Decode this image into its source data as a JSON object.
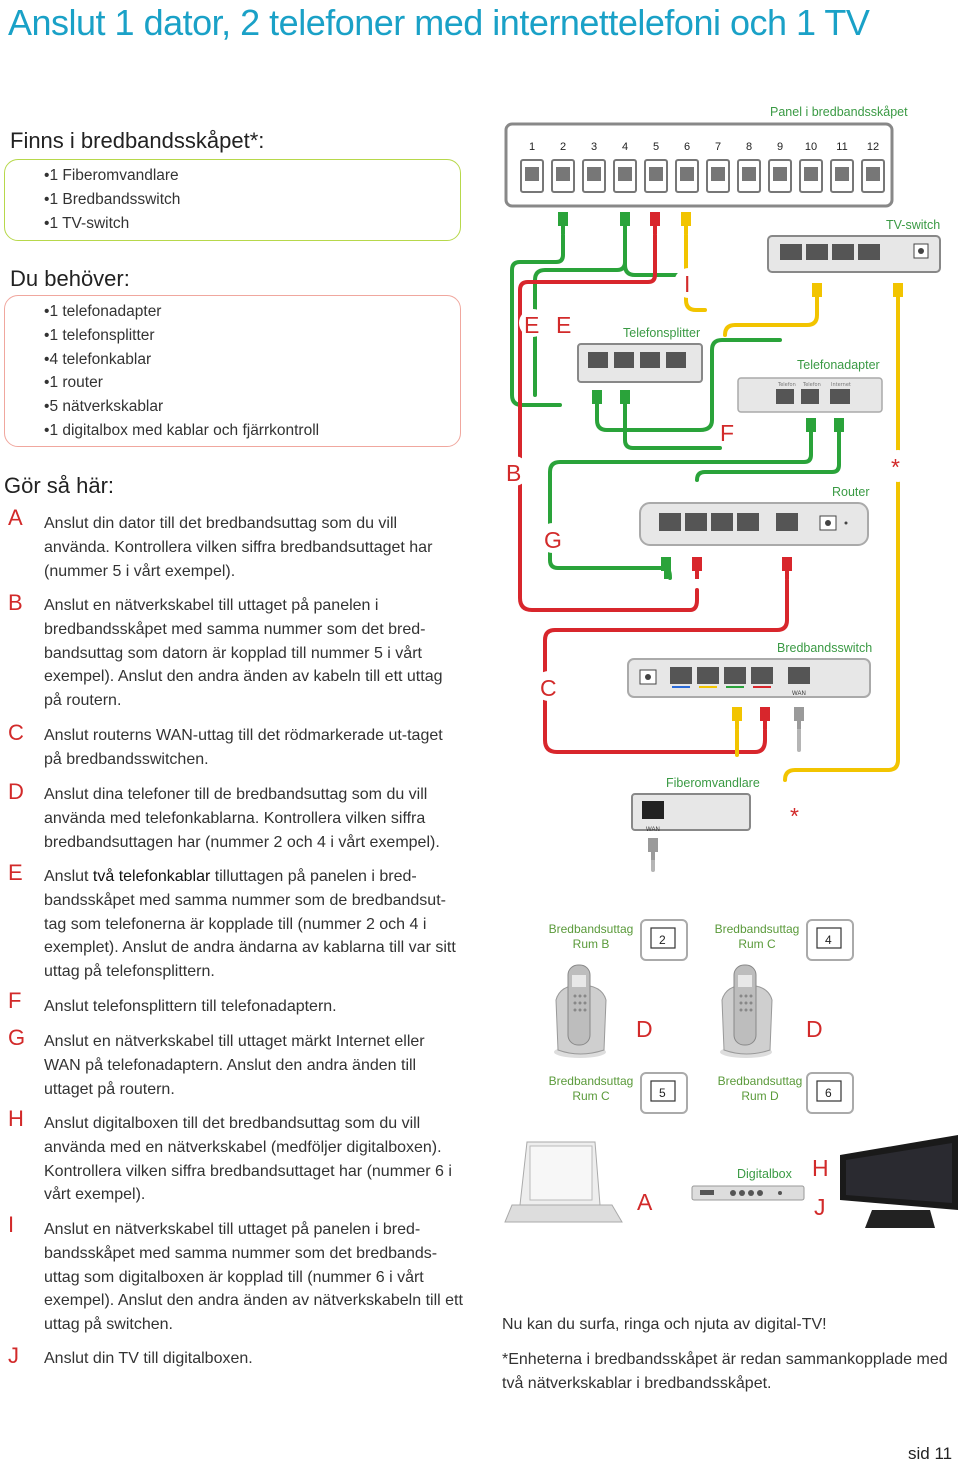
{
  "title": "Anslut 1 dator, 2 telefoner med internettelefoni och 1 TV",
  "finns": {
    "heading": "Finns i bredbandsskåpet*:",
    "items": [
      "1 Fiberomvandlare",
      "1 Bredbandsswitch",
      "1 TV-switch"
    ]
  },
  "behover": {
    "heading": "Du behöver:",
    "items": [
      "1 telefonadapter",
      "1 telefonsplitter",
      "4 telefonkablar",
      "1 router",
      "5 nätverkskablar",
      "1 digitalbox med kablar och fjärrkontroll"
    ]
  },
  "steps_heading": "Gör så här:",
  "steps": [
    {
      "letter": "A",
      "text": "Anslut din dator till det bredbandsuttag som du vill använda. Kontrollera vilken siffra bredbandsuttaget har (nummer 5 i vårt exempel)."
    },
    {
      "letter": "B",
      "text": "Anslut en nätverkskabel till uttaget på panelen i bredbandsskåpet med samma nummer som det bred-bandsuttag som datorn är kopplad till nummer 5 i vårt exempel). Anslut den andra änden av kabeln till ett uttag på routern."
    },
    {
      "letter": "C",
      "text": "Anslut routerns WAN-uttag till det rödmarkerade ut-taget på bredbandsswitchen."
    },
    {
      "letter": "D",
      "text": "Anslut dina telefoner till de bredbandsuttag som du vill använda med telefonkablarna. Kontrollera vilken siffra bredbandsuttagen har (nummer 2 och 4 i vårt exempel)."
    },
    {
      "letter": "E",
      "pre": "Anslut ",
      "bold": "två telefonkablar",
      "text": " tilluttagen på panelen i bred-bandsskåpet med samma nummer som de bredbandsut-tag som telefonerna är kopplade till (nummer 2 och 4 i exemplet). Anslut de andra ändarna av kablarna till var sitt uttag på telefonsplittern."
    },
    {
      "letter": "F",
      "text": "Anslut telefonsplittern till telefonadaptern."
    },
    {
      "letter": "G",
      "text": "Anslut en nätverkskabel till uttaget märkt Internet eller WAN på  telefonadaptern. Anslut den andra änden till uttaget på routern."
    },
    {
      "letter": "H",
      "text": "Anslut digitalboxen till det bredbandsuttag som du vill använda med en nätverkskabel (medföljer digitalboxen). Kontrollera vilken siffra bredbandsuttaget har (nummer 6 i vårt exempel)."
    },
    {
      "letter": "I",
      "text": "Anslut en nätverkskabel till uttaget på panelen i bred-bandsskåpet med samma nummer som det bredbands-uttag som digitalboxen är kopplad till (nummer 6 i vårt exempel). Anslut den andra änden av nätverkskabeln till ett uttag på switchen."
    },
    {
      "letter": "J",
      "text": "Anslut din TV till digitalboxen."
    }
  ],
  "diagram": {
    "panel_label": "Panel i bredbandsskåpet",
    "panel_ports": [
      "1",
      "2",
      "3",
      "4",
      "5",
      "6",
      "7",
      "8",
      "9",
      "10",
      "11",
      "12"
    ],
    "tvswitch_label": "TV-switch",
    "splitter_label": "Telefonsplitter",
    "adapter_label": "Telefonadapter",
    "adapter_ports": [
      "Telefon",
      "Telefon",
      "Internet"
    ],
    "router_label": "Router",
    "bbswitch_label": "Bredbandsswitch",
    "wan_label": "WAN",
    "fiber_label": "Fiberomvandlare",
    "digitalbox_label": "Digitalbox",
    "outlets": [
      {
        "label1": "Bredbandsuttag",
        "label2": "Rum B",
        "num": "2"
      },
      {
        "label1": "Bredbandsuttag",
        "label2": "Rum C",
        "num": "4"
      },
      {
        "label1": "Bredbandsuttag",
        "label2": "Rum C",
        "num": "5"
      },
      {
        "label1": "Bredbandsuttag",
        "label2": "Rum D",
        "num": "6"
      }
    ],
    "letters": {
      "E": "E",
      "I": "I",
      "F": "F",
      "B": "B",
      "G": "G",
      "C": "C",
      "D": "D",
      "A": "A",
      "H": "H",
      "J": "J",
      "star": "*"
    }
  },
  "footer": {
    "surf": "Nu kan du surfa, ringa och njuta av digital-TV!",
    "note": "*Enheterna i bredbandsskåpet är redan sammankopplade med två nätverkskablar i bredbandsskåpet.",
    "page": "sid 11"
  },
  "colors": {
    "title": "#1aa1c7",
    "letters": "#d22a2a",
    "green_cable": "#2aa33a",
    "red_cable": "#d8262c",
    "yellow_cable": "#f2c400",
    "label_green": "#3a9a44"
  }
}
